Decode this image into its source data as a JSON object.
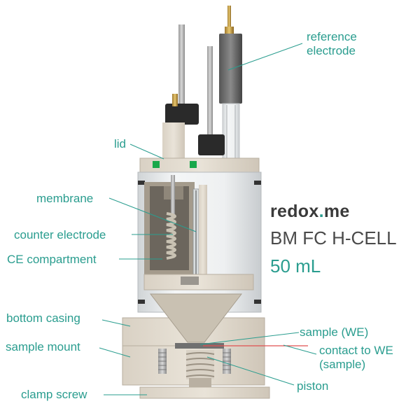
{
  "colors": {
    "accent": "#2a9d8f",
    "title_gray": "#4a4a4a",
    "seal_green": "#18a84a",
    "contact_red": "#e05050"
  },
  "brand": {
    "logo_text_left": "redox",
    "logo_dot": ".",
    "logo_text_right": "me",
    "product": "BM FC H-CELL",
    "volume": "50 mL"
  },
  "labels": {
    "reference": "reference\nelectrode",
    "lid": "lid",
    "membrane": "membrane",
    "counter": "counter electrode",
    "ce_compartment": "CE compartment",
    "bottom_casing": "bottom casing",
    "sample_mount": "sample mount",
    "clamp_screw": "clamp screw",
    "sample_we": "sample (WE)",
    "contact_we": "contact to WE\n(sample)",
    "piston": "piston"
  }
}
